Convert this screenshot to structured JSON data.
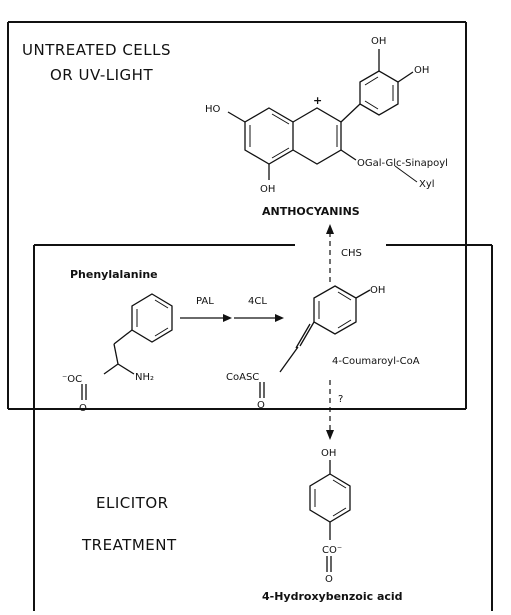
{
  "regions": {
    "untreated_line1": "UNTREATED CELLS",
    "untreated_line2": "OR UV-LIGHT",
    "elicitor_line1": "ELICITOR",
    "elicitor_line2": "TREATMENT"
  },
  "anthocyanin": {
    "oh_top": "OH",
    "oh_right": "OH",
    "ho_left": "HO",
    "plus": "+",
    "oh_bottom": "OH",
    "sugar": "OGal-Glc-Sinapoyl",
    "xyl": "Xyl",
    "name": "ANTHOCYANINS"
  },
  "phenylalanine": {
    "name": "Phenylalanine",
    "carboxyl": "⁻OC",
    "oxygen": "O",
    "amine": "NH₂"
  },
  "enzymes": {
    "pal": "PAL",
    "fourcl": "4CL",
    "chs": "CHS",
    "unknown": "?"
  },
  "coumaroyl": {
    "oh": "OH",
    "coasc": "CoASC",
    "oxygen": "O",
    "name": "4-Coumaroyl-CoA"
  },
  "hydroxybenzoic": {
    "oh": "OH",
    "carboxylate": "CO⁻",
    "oxygen": "O",
    "name": "4-Hydroxybenzoic acid"
  }
}
